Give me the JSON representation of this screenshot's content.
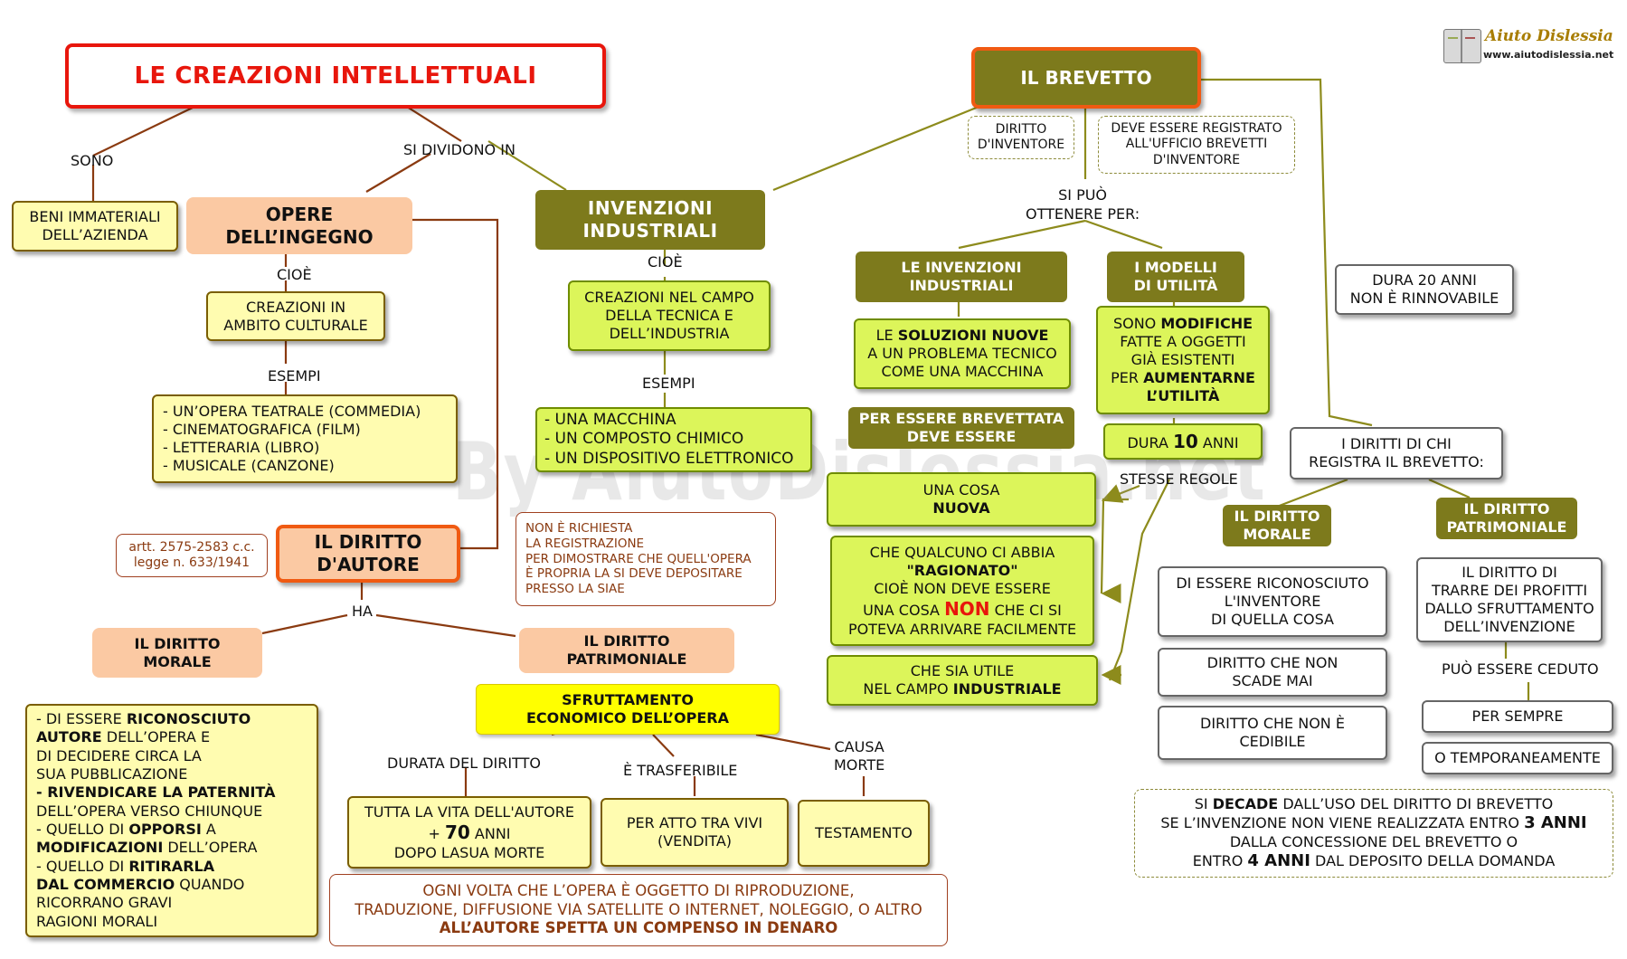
{
  "title": "LE CREAZIONI INTELLETTUALI",
  "logo": {
    "name": "Aiuto Dislessia",
    "url": "www.aiutodislessia.net"
  },
  "watermark": "By AiutoDislessia.net",
  "colors": {
    "title_red": "#e8160c",
    "frame_orange": "#f05a12",
    "olive": "#7d7a1c",
    "lime": "#dcf55a",
    "yellow": "#fffcb0",
    "peach": "#fbc9a3",
    "link": "#8a3a10",
    "link_olive": "#8d8b1c"
  },
  "labels": {
    "sono": "SONO",
    "si_dividono_in": "SI DIVIDONO IN",
    "cioe1": "CIOÈ",
    "esempi1": "ESEMPI",
    "cioe2": "CIOÈ",
    "esempi2": "ESEMPI",
    "ha": "HA",
    "durata_del_diritto": "DURATA DEL DIRITTO",
    "e_trasferibile": "È  TRASFERIBILE",
    "causa_morte": [
      "CAUSA",
      "MORTE"
    ],
    "si_puo_ottenere_per": [
      "SI PUÒ",
      "OTTENERE PER:"
    ],
    "stesse_regole": "STESSE REGOLE",
    "puo_essere_ceduto": "PUÒ ESSERE CEDUTO"
  },
  "left": {
    "beni": [
      "BENI IMMATERIALI",
      "DELL’AZIENDA"
    ],
    "opere": [
      "OPERE",
      "DELL’INGEGNO"
    ],
    "creazioni_culturali": [
      "CREAZIONI  IN",
      "AMBITO  CULTURALE"
    ],
    "esempi_opere": [
      "- UN’OPERA  TEATRALE  (COMMEDIA)",
      "- CINEMATOGRAFICA (FILM)",
      "- LETTERARIA (LIBRO)",
      "- MUSICALE (CANZONE)"
    ],
    "artt": [
      "artt. 2575-2583 c.c.",
      "legge  n. 633/1941"
    ],
    "diritto_autore": [
      "IL DIRITTO",
      "D'AUTORE"
    ],
    "siae_note": [
      "NON È RICHIESTA",
      "LA REGISTRAZIONE",
      "PER DIMOSTRARE CHE QUELL'OPERA",
      "È PROPRIA LA SI DEVE DEPOSITARE",
      "PRESSO LA SIAE"
    ],
    "diritto_morale": [
      "IL DIRITTO",
      "MORALE"
    ],
    "diritto_patrimoniale": [
      "IL DIRITTO",
      "PATRIMONIALE"
    ],
    "morale_list": {
      "l1a": "- DI ESSERE ",
      "l1b": "RICONOSCIUTO",
      "l2a": "AUTORE",
      "l2b": " DELL’OPERA E",
      "l3": "DI DECIDERE CIRCA LA",
      "l4": "SUA PUBBLICAZIONE",
      "l5a": "- RIVENDICARE  LA  PATERNITÀ",
      "l6": "DELL’OPERA  VERSO CHIUNQUE",
      "l7a": "- QUELLO  DI  ",
      "l7b": "OPPORSI",
      "l7c": "  A",
      "l8a": "MODIFICAZIONI",
      "l8b": " DELL’OPERA",
      "l9a": "- QUELLO  DI  ",
      "l9b": "RITIRARLA",
      "l10a": "DAL  COMMERCIO",
      "l10b": " QUANDO",
      "l11": "RICORRANO  GRAVI",
      "l12": "RAGIONI MORALI"
    },
    "sfruttamento": [
      "SFRUTTAMENTO",
      "ECONOMICO DELL’OPERA"
    ],
    "vita_autore": {
      "l1": "TUTTA LA VITA DELL'AUTORE",
      "plus": "+ ",
      "num": "70",
      "anni": " ANNI",
      "l3": "DOPO LASUA  MORTE"
    },
    "atto_vivi": [
      "PER ATTO  TRA  VIVI",
      "(VENDITA)"
    ],
    "testamento": "TESTAMENTO",
    "compenso": [
      "OGNI  VOLTA  CHE  L’OPERA  È  OGGETTO  DI  RIPRODUZIONE,",
      "TRADUZIONE, DIFFUSIONE VIA SATELLITE O INTERNET, NOLEGGIO, O ALTRO",
      "ALL’AUTORE SPETTA UN COMPENSO IN DENARO"
    ]
  },
  "middle": {
    "invenzioni": [
      "INVENZIONI",
      "INDUSTRIALI"
    ],
    "creazioni_tecnica": [
      "CREAZIONI NEL CAMPO",
      "DELLA TECNICA E",
      "DELL’INDUSTRIA"
    ],
    "esempi_invenzioni": [
      "- UNA MACCHINA",
      "- UN COMPOSTO CHIMICO",
      "- UN DISPOSITIVO ELETTRONICO"
    ]
  },
  "right": {
    "brevetto": "IL BREVETTO",
    "diritto_inventore": [
      "DIRITTO",
      "D'INVENTORE"
    ],
    "registrato": [
      "DEVE ESSERE REGISTRATO",
      "ALL'UFFICIO BREVETTI",
      "D'INVENTORE"
    ],
    "le_invenzioni": [
      "LE INVENZIONI",
      "INDUSTRIALI"
    ],
    "modelli": [
      "I MODELLI",
      "DI UTILITÀ"
    ],
    "soluzioni": {
      "l1a": "LE ",
      "l1b": "SOLUZIONI NUOVE",
      "l2": "A UN PROBLEMA TECNICO",
      "l3": "COME UNA MACCHINA"
    },
    "modifiche": {
      "l1a": "SONO ",
      "l1b": "MODIFICHE",
      "l2": "FATTE A OGGETTI",
      "l3": "GIÀ ESISTENTI",
      "l4a": "PER ",
      "l4b": "AUMENTARNE",
      "l5": "L’UTILITÀ"
    },
    "brevettata": [
      "PER ESSERE BREVETTATA",
      "DEVE ESSERE"
    ],
    "dura10": {
      "a": "DURA ",
      "num": "10",
      "b": " ANNI"
    },
    "nuova": [
      "UNA COSA",
      "NUOVA"
    ],
    "ragionato": {
      "l1": "CHE QUALCUNO CI ABBIA",
      "l2": "\"RAGIONATO\"",
      "l3": "CIOÈ NON DEVE ESSERE",
      "l4a": "UNA COSA ",
      "l4b": "NON",
      "l4c": " CHE CI SI",
      "l5": "POTEVA ARRIVARE FACILMENTE"
    },
    "utile": {
      "l1": "CHE SIA UTILE",
      "l2a": "NEL CAMPO  ",
      "l2b": "INDUSTRIALE"
    },
    "dura20": [
      "DURA 20 ANNI",
      "NON È RINNOVABILE"
    ],
    "diritti_chi": [
      "I DIRITTI DI CHI",
      "REGISTRA IL BREVETTO:"
    ],
    "dir_morale": [
      "IL DIRITTO",
      "MORALE"
    ],
    "dir_patrimoniale": [
      "IL DIRITTO",
      "PATRIMONIALE"
    ],
    "riconosciuto": [
      "DI ESSERE RICONOSCIUTO",
      "L'INVENTORE",
      "DI QUELLA COSA"
    ],
    "scade_mai": [
      "DIRITTO CHE NON",
      "SCADE MAI"
    ],
    "non_cedibile": [
      "DIRITTO CHE NON È",
      "CEDIBILE"
    ],
    "profitti": [
      "IL DIRITTO DI",
      "TRARRE DEI PROFITTI",
      "DALLO SFRUTTAMENTO",
      "DELL’INVENZIONE"
    ],
    "per_sempre": "PER SEMPRE",
    "temporaneamente": "O TEMPORANEAMENTE",
    "decade": {
      "l1a": "SI ",
      "l1b": "DECADE",
      "l1c": " DALL’USO DEL DIRITTO DI BREVETTO",
      "l2a": "SE L’INVENZIONE NON VIENE REALIZZATA ENTRO ",
      "l2b": "3 ANNI",
      "l3": "DALLA CONCESSIONE DEL BREVETTO O",
      "l4a": "ENTRO ",
      "l4b": "4 ANNI",
      "l4c": " DAL DEPOSITO DELLA DOMANDA"
    }
  }
}
